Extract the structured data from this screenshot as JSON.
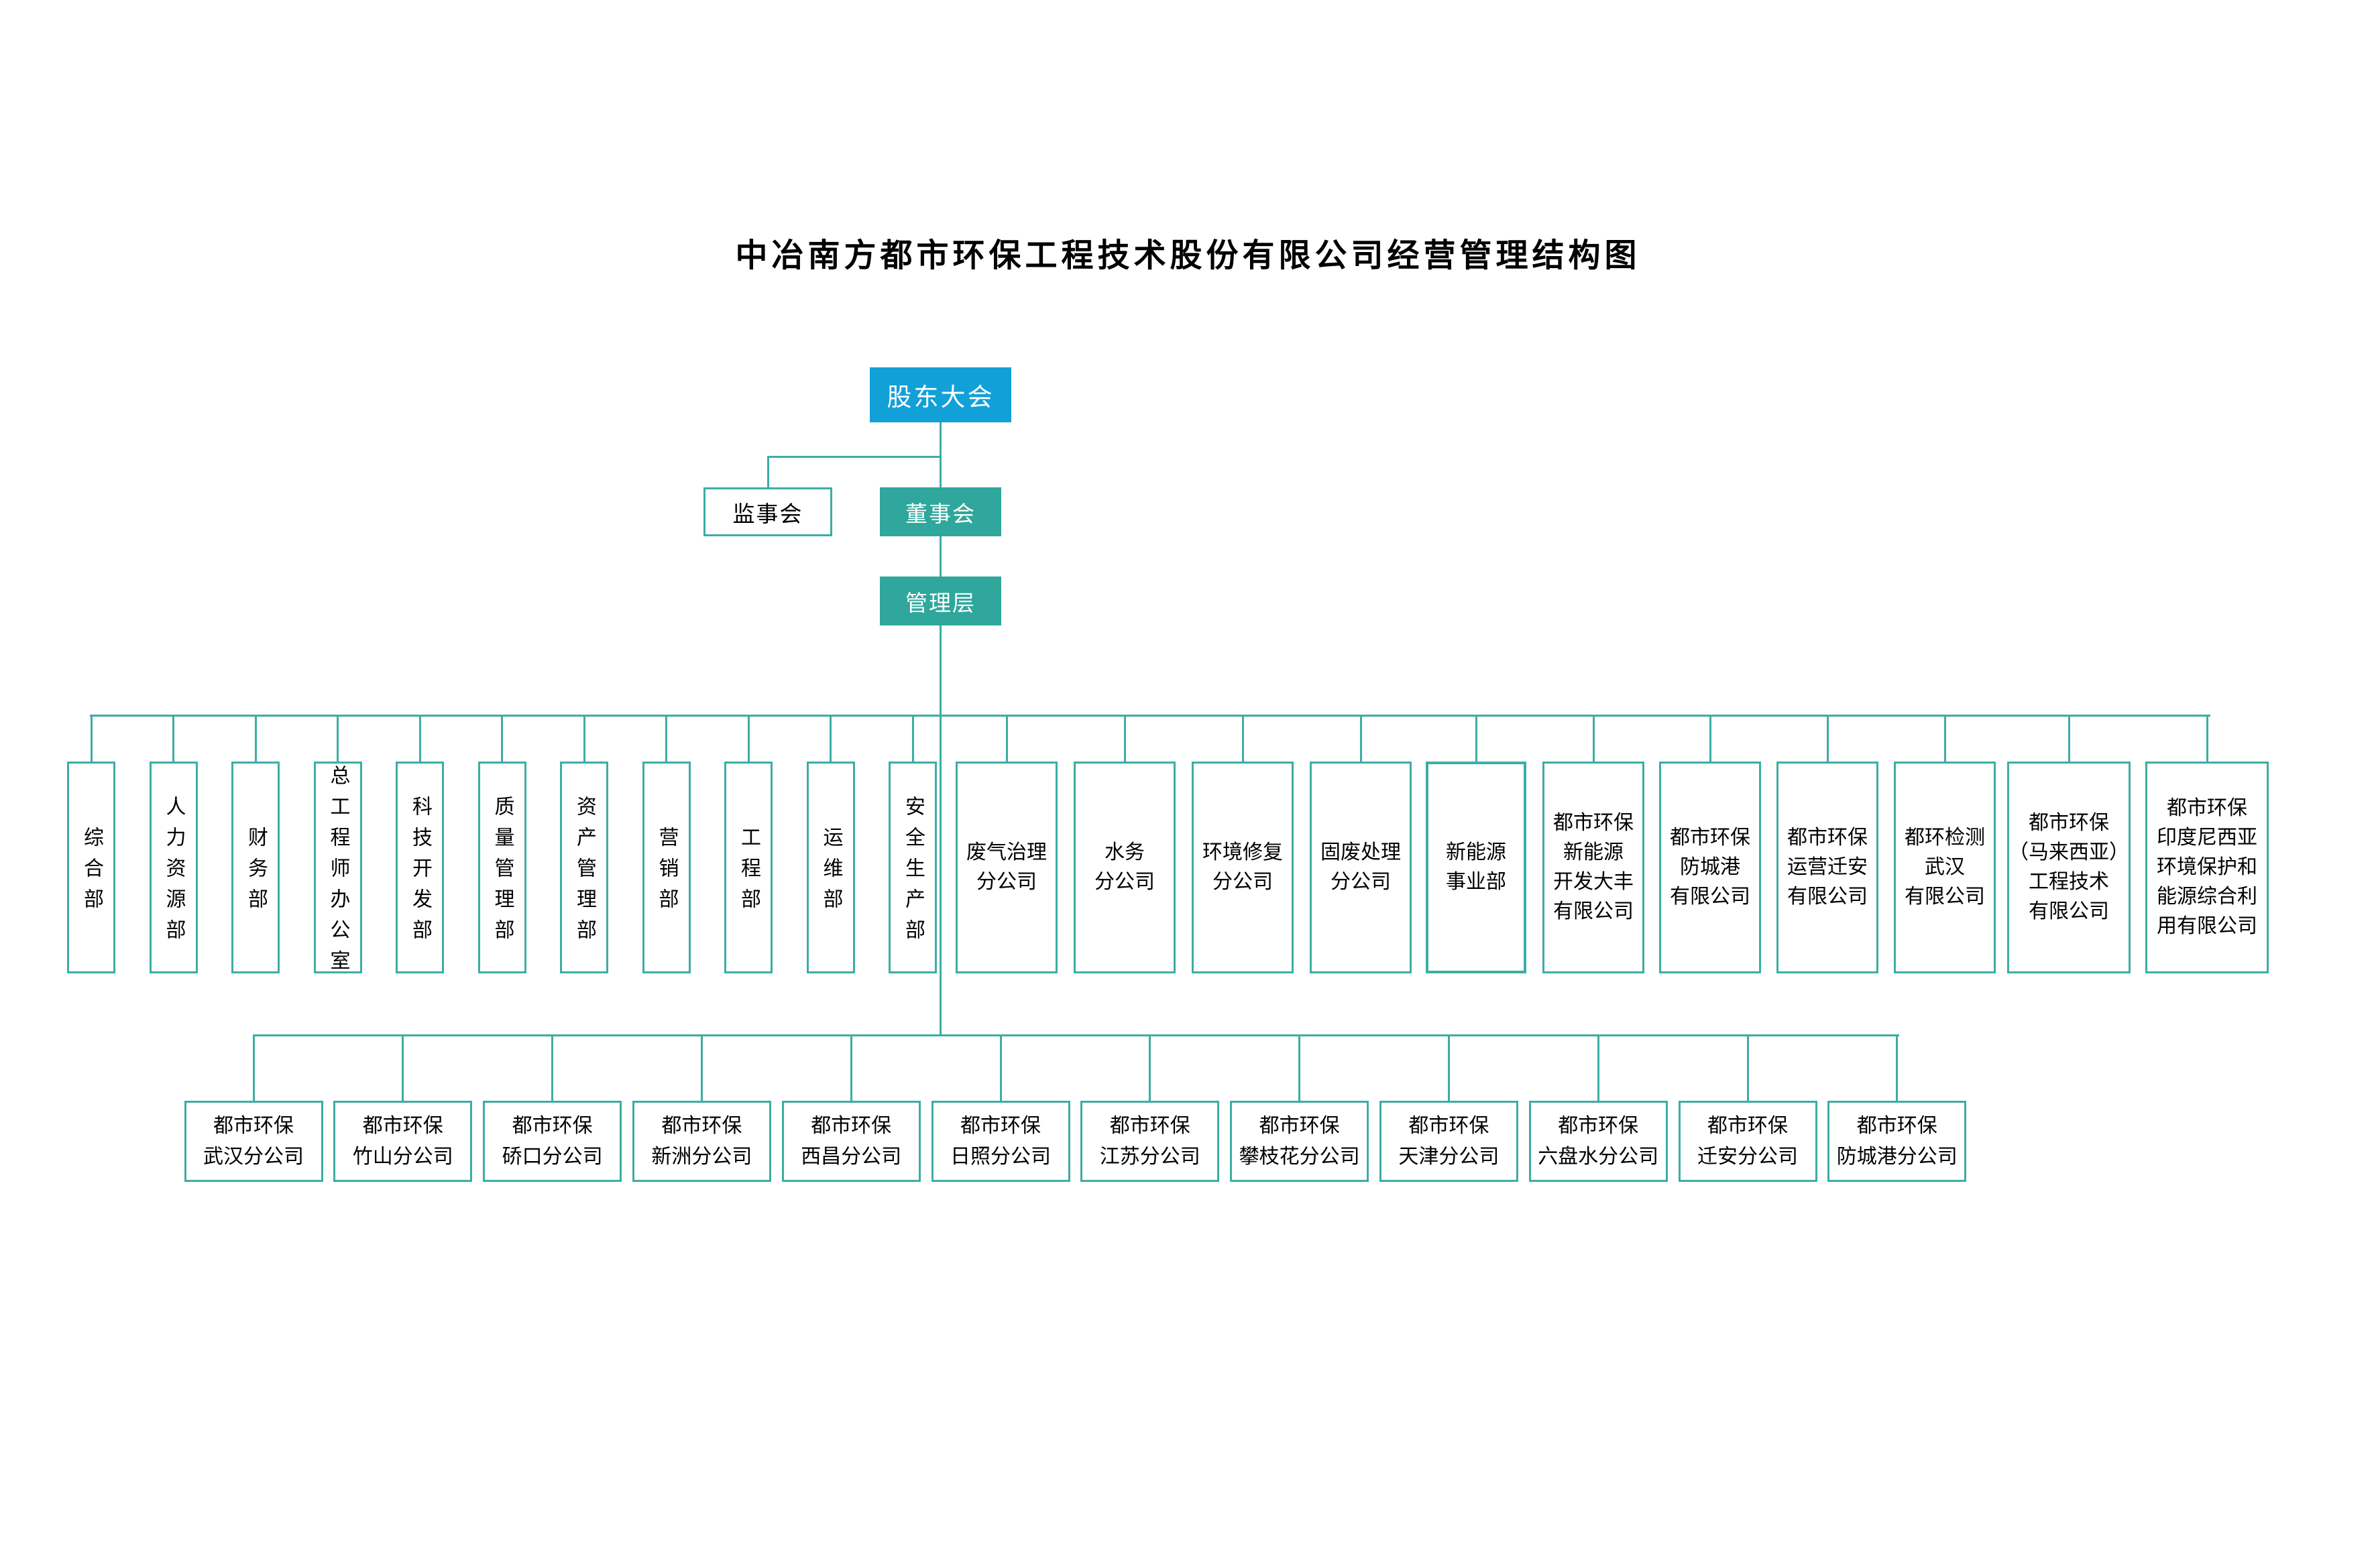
{
  "title": "中冶南方都市环保工程技术股份有限公司经营管理结构图",
  "colors": {
    "blue": "#12A0D9",
    "teal": "#2FA79C",
    "line": "#3BAEA4"
  },
  "org": {
    "shareholders_meeting": "股东大会",
    "supervisory_board": "监事会",
    "board_of_directors": "董事会",
    "management": "管理层",
    "departments": [
      "综合部",
      "人力资源部",
      "财务部",
      "总工程师办公室",
      "科技开发部",
      "质量管理部",
      "资产管理部",
      "营销部",
      "工程部",
      "运维部",
      "安全生产部"
    ],
    "business_units": [
      {
        "name": "废气治理分公司",
        "lines": [
          "废气治理",
          "分公司"
        ]
      },
      {
        "name": "水务分公司",
        "lines": [
          "水务",
          "分公司"
        ]
      },
      {
        "name": "环境修复分公司",
        "lines": [
          "环境修复",
          "分公司"
        ]
      },
      {
        "name": "固废处理分公司",
        "lines": [
          "固废处理",
          "分公司"
        ]
      },
      {
        "name": "新能源事业部",
        "lines": [
          "新能源",
          "事业部"
        ]
      },
      {
        "name": "都市环保新能源开发大丰有限公司",
        "lines": [
          "都市环保",
          "新能源",
          "开发大丰",
          "有限公司"
        ]
      },
      {
        "name": "都市环保防城港有限公司",
        "lines": [
          "都市环保",
          "防城港",
          "有限公司"
        ]
      },
      {
        "name": "都市环保运营迁安有限公司",
        "lines": [
          "都市环保",
          "运营迁安",
          "有限公司"
        ]
      },
      {
        "name": "都环检测武汉有限公司",
        "lines": [
          "都环检测",
          "武汉",
          "有限公司"
        ]
      },
      {
        "name": "都市环保（马来西亚）工程技术有限公司",
        "lines": [
          "都市环保",
          "（马来西亚）",
          "工程技术",
          "有限公司"
        ]
      },
      {
        "name": "都市环保印度尼西亚环境保护和能源综合利用有限公司",
        "lines": [
          "都市环保",
          "印度尼西亚",
          "环境保护和",
          "能源综合利",
          "用有限公司"
        ]
      }
    ],
    "branches": [
      {
        "name": "都市环保武汉分公司",
        "lines": [
          "都市环保",
          "武汉分公司"
        ]
      },
      {
        "name": "都市环保竹山分公司",
        "lines": [
          "都市环保",
          "竹山分公司"
        ]
      },
      {
        "name": "都市环保硚口分公司",
        "lines": [
          "都市环保",
          "硚口分公司"
        ]
      },
      {
        "name": "都市环保新洲分公司",
        "lines": [
          "都市环保",
          "新洲分公司"
        ]
      },
      {
        "name": "都市环保西昌分公司",
        "lines": [
          "都市环保",
          "西昌分公司"
        ]
      },
      {
        "name": "都市环保日照分公司",
        "lines": [
          "都市环保",
          "日照分公司"
        ]
      },
      {
        "name": "都市环保江苏分公司",
        "lines": [
          "都市环保",
          "江苏分公司"
        ]
      },
      {
        "name": "都市环保攀枝花分公司",
        "lines": [
          "都市环保",
          "攀枝花分公司"
        ]
      },
      {
        "name": "都市环保天津分公司",
        "lines": [
          "都市环保",
          "天津分公司"
        ]
      },
      {
        "name": "都市环保六盘水分公司",
        "lines": [
          "都市环保",
          "六盘水分公司"
        ]
      },
      {
        "name": "都市环保迁安分公司",
        "lines": [
          "都市环保",
          "迁安分公司"
        ]
      },
      {
        "name": "都市环保防城港分公司",
        "lines": [
          "都市环保",
          "防城港分公司"
        ]
      }
    ]
  }
}
